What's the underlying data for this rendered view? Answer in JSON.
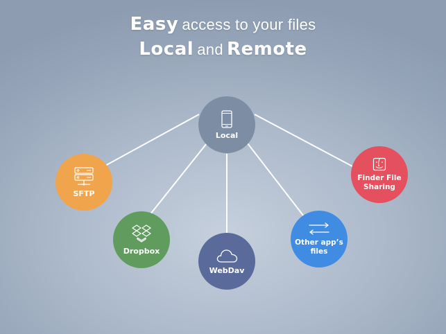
{
  "headline": {
    "line1_bold": "Easy",
    "line1_light": "access to your files",
    "line2_bold_1": "Local",
    "line2_light": "and",
    "line2_bold_2": "Remote"
  },
  "nodes": {
    "local": {
      "label": "Local",
      "color": "#7d8ea4",
      "icon": "phone-icon"
    },
    "sftp": {
      "label": "SFTP",
      "color": "#f0a54c",
      "icon": "server-icon"
    },
    "dropbox": {
      "label": "Dropbox",
      "color": "#5f9c5e",
      "icon": "dropbox-icon"
    },
    "webdav": {
      "label": "WebDav",
      "color": "#5a6a9a",
      "icon": "cloud-icon"
    },
    "otherapps": {
      "label": "Other app’s files",
      "color": "#3f8ce2",
      "icon": "transfer-arrows-icon"
    },
    "finder": {
      "label": "Finder File Sharing",
      "color": "#e5505f",
      "icon": "finder-icon"
    }
  },
  "edge_color": "#ffffff"
}
